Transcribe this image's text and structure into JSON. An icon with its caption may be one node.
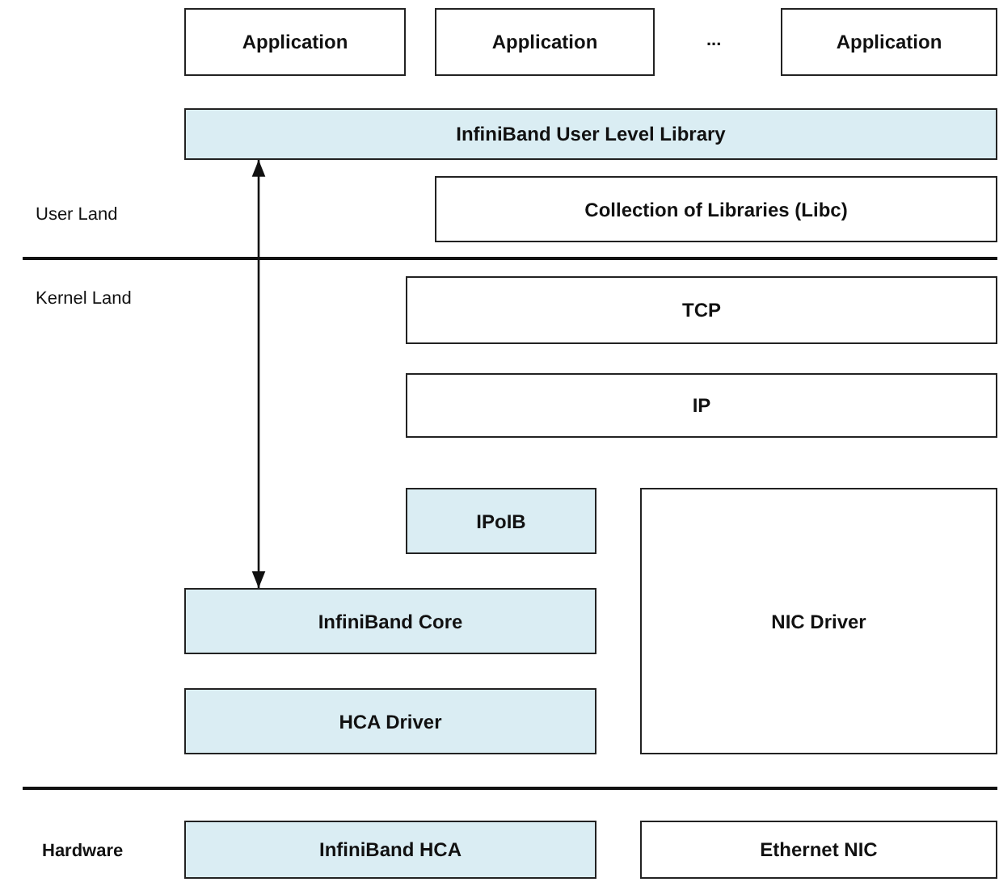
{
  "diagram": {
    "nodes": [
      {
        "text": [
          "Application"
        ]
      },
      {
        "text": [
          "Application"
        ]
      },
      {
        "text": [
          "Application"
        ]
      },
      {
        "text": [
          "InfiniBand User Level Library"
        ]
      },
      {
        "text": [
          "Collection of Libraries (Libc)"
        ]
      },
      {
        "text": [
          "TCP"
        ]
      },
      {
        "text": [
          "IP"
        ]
      },
      {
        "text": [
          "IPoIB"
        ]
      },
      {
        "text": [
          "NIC Driver"
        ]
      },
      {
        "text": [
          "InfiniBand Core"
        ]
      },
      {
        "text": [
          "HCA Driver"
        ]
      },
      {
        "text": [
          "InfiniBand HCA"
        ]
      },
      {
        "text": [
          "Ethernet NIC"
        ]
      }
    ],
    "edges": [
      {
        "from": 3,
        "to": 9,
        "arrow": "both"
      }
    ],
    "labels": [
      "...",
      "User Land",
      "Kernel Land",
      "Hardware"
    ]
  }
}
